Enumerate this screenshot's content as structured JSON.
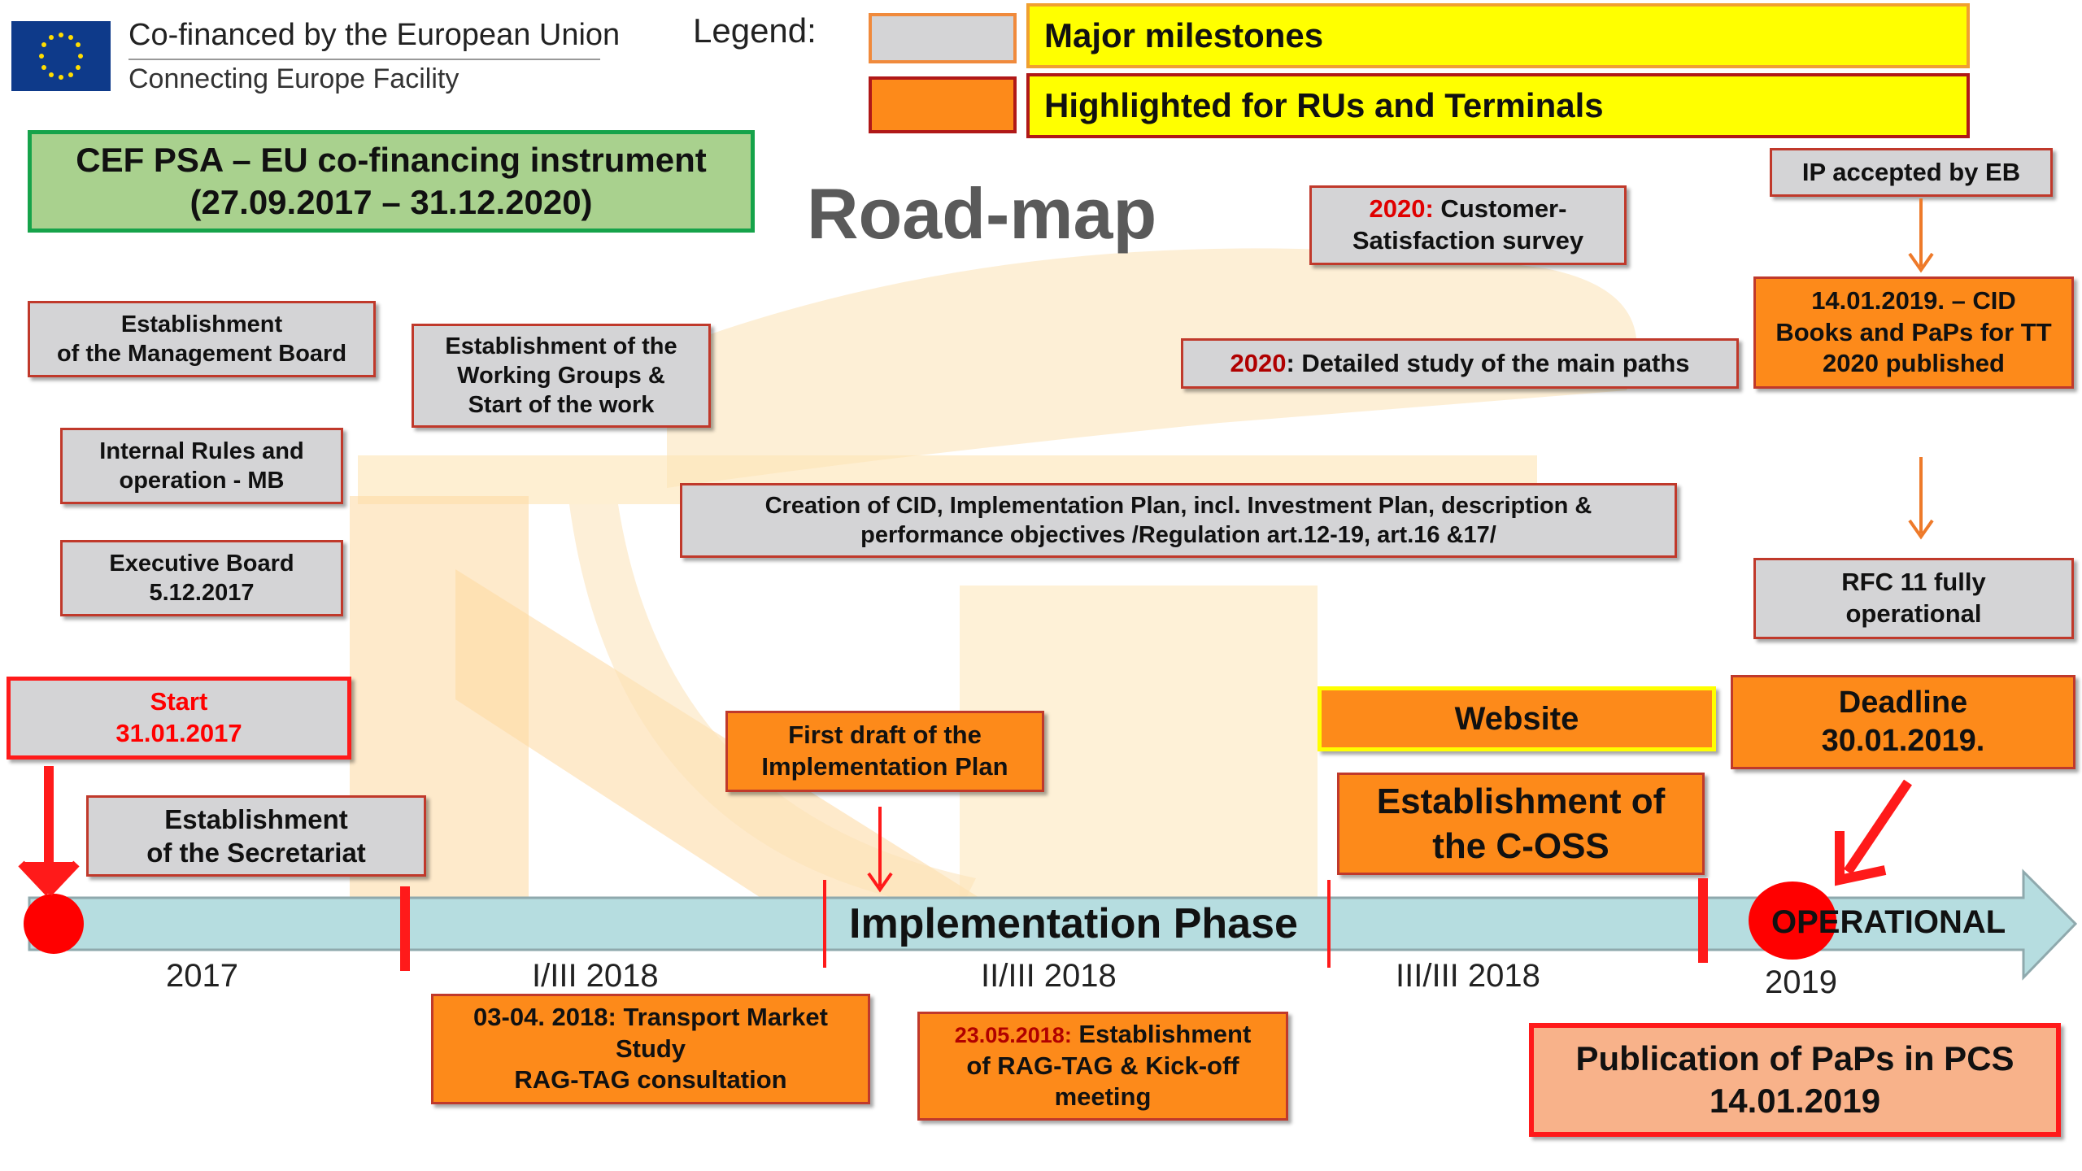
{
  "header": {
    "eu_line1": "Co-financed by the European Union",
    "eu_line2": "Connecting Europe Facility",
    "legend_label": "Legend:",
    "legend_major": "Major milestones",
    "legend_highlight": "Highlighted for RUs and Terminals",
    "cef_title": "CEF PSA – EU co-financing instrument\n(27.09.2017 – 31.12.2020)",
    "roadmap_title": "Road-map"
  },
  "boxes": {
    "mgmt_board": "Establishment\nof the Management Board",
    "working_groups": "Establishment of the\nWorking Groups &\nStart of the work",
    "internal_rules": "Internal Rules and\noperation - MB",
    "exec_board": "Executive Board\n5.12.2017",
    "start": "Start\n31.01.2017",
    "secretariat": "Establishment\nof the Secretariat",
    "cid_creation": "Creation of CID, Implementation Plan, incl. Investment Plan, description &\nperformance objectives /Regulation art.12-19, art.16 &17/",
    "first_draft": "First draft of the\nImplementation Plan",
    "survey_year": "2020:",
    "survey_text": " Customer-\nSatisfaction survey",
    "study_year": "2020",
    "study_text": ": Detailed study of the main paths",
    "ip_accepted": "IP accepted by EB",
    "cid_books": "14.01.2019. – CID\nBooks and PaPs for TT\n2020 published",
    "rfc11": "RFC 11 fully\noperational",
    "website": "Website",
    "deadline": "Deadline\n30.01.2019.",
    "coss": "Establishment of\nthe C-OSS",
    "market_study": "03-04. 2018: Transport Market\nStudy\nRAG-TAG consultation",
    "rag_tag_date": "23.05.2018:",
    "rag_tag_text": " Establishment\nof RAG-TAG & Kick-off\nmeeting",
    "paps": "Publication of PaPs in PCS\n14.01.2019"
  },
  "timeline": {
    "phase_label": "Implementation Phase",
    "operational": "OPERATIONAL",
    "years": [
      "2017",
      "I/III 2018",
      "II/III 2018",
      "III/III 2018",
      "2019"
    ]
  },
  "colors": {
    "grey": "#d4d4d6",
    "orange": "#fd8a1a",
    "yellow": "#ffff00",
    "green": "#a9d18e",
    "arrow": "#b6dde0",
    "red": "#ff0000"
  }
}
